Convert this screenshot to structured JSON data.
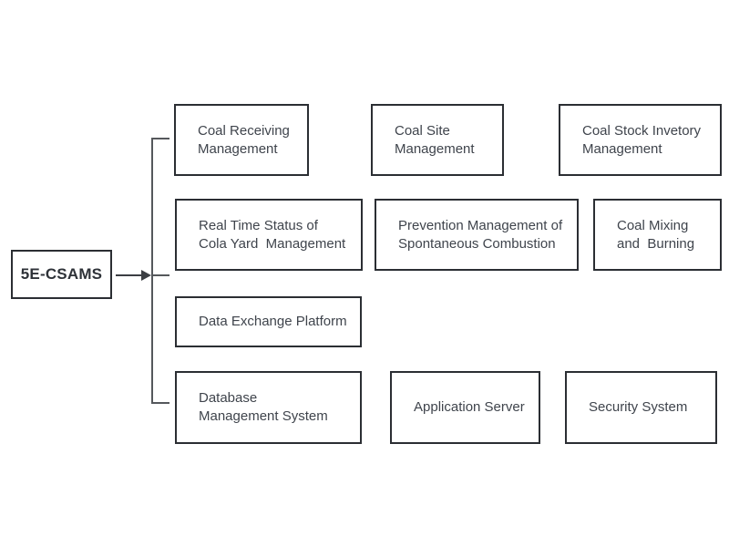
{
  "diagram": {
    "root_label": "5E-CSAMS",
    "nodes": [
      {
        "id": "coal-receiving-management",
        "label": "Coal Receiving\nManagement"
      },
      {
        "id": "coal-site-management",
        "label": "Coal Site\nManagement"
      },
      {
        "id": "coal-stock-invetory-management",
        "label": "Coal Stock Invetory\nManagement"
      },
      {
        "id": "real-time-status-cola-yard",
        "label": "Real Time Status of\nCola Yard  Management"
      },
      {
        "id": "prevention-spontaneous-combustion",
        "label": "Prevention Management of\nSpontaneous Combustion"
      },
      {
        "id": "coal-mixing-and-burning",
        "label": "Coal Mixing\nand  Burning"
      },
      {
        "id": "data-exchange-platform",
        "label": "Data Exchange Platform"
      },
      {
        "id": "database-management-system",
        "label": "Database\nManagement System"
      },
      {
        "id": "application-server",
        "label": "Application Server"
      },
      {
        "id": "security-system",
        "label": "Security System"
      }
    ],
    "colors": {
      "background": "#ffffff",
      "box_border": "#2b2e33",
      "text": "#3f444c",
      "connector": "#55585c"
    }
  }
}
